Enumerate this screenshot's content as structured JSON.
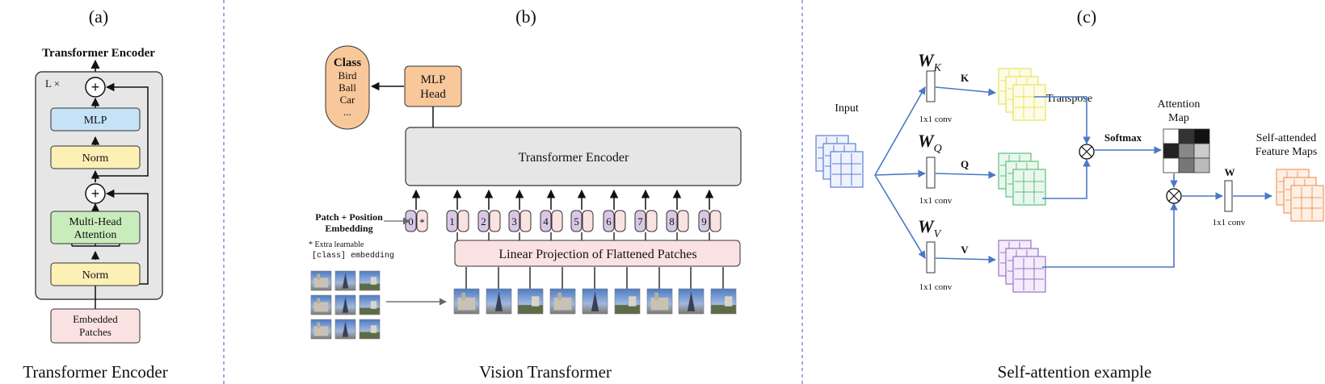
{
  "panel_a": {
    "label": "(a)",
    "heading": "Transformer Encoder",
    "repeat": "L ×",
    "mlp": "MLP",
    "norm_top": "Norm",
    "mha_line1": "Multi-Head",
    "mha_line2": "Attention",
    "norm_bottom": "Norm",
    "embedded_line1": "Embedded",
    "embedded_line2": "Patches",
    "plus": "+",
    "caption": "Transformer Encoder",
    "colors": {
      "frame": "#e6e6e6",
      "mlp": "#c5e2f7",
      "norm": "#fdf0b5",
      "mha": "#c9ecbd",
      "embedded": "#fbe2e2"
    }
  },
  "panel_b": {
    "label": "(b)",
    "class_title": "Class",
    "class_items": [
      "Bird",
      "Ball",
      "Car",
      "..."
    ],
    "mlp_line1": "MLP",
    "mlp_line2": "Head",
    "encoder": "Transformer Encoder",
    "pe_line1": "Patch + Position",
    "pe_line2": "Embedding",
    "note_line1": "* Extra learnable",
    "note_line2": "[class] embedding",
    "tokens": [
      "0",
      "1",
      "2",
      "3",
      "4",
      "5",
      "6",
      "7",
      "8",
      "9"
    ],
    "star": "*",
    "projection": "Linear Projection of Flattened Patches",
    "caption": "Vision Transformer",
    "colors": {
      "class": "#f8c79a",
      "mlp": "#f8c79a",
      "encoder": "#e6e6e6",
      "token": "#d9c8e4",
      "token_pe": "#fbe2e2",
      "projection": "#fbe2e2"
    }
  },
  "panel_c": {
    "label": "(c)",
    "input": "Input",
    "wk": "W",
    "wk_sub": "K",
    "wq": "W",
    "wq_sub": "Q",
    "wv": "W",
    "wv_sub": "V",
    "conv_k": "1x1 conv",
    "conv_q": "1x1 conv",
    "conv_v": "1x1 conv",
    "conv_w": "1x1 conv",
    "k": "K",
    "q": "Q",
    "v": "V",
    "w": "W",
    "transpose": "Transpose",
    "softmax": "Softmax",
    "attn_line1": "Attention",
    "attn_line2": "Map",
    "out_line1": "Self-attended",
    "out_line2": "Feature Maps",
    "caption": "Self-attention example",
    "colors": {
      "arrow": "#4a78c4",
      "input": "#5b7fd6",
      "k": "#e6e35a",
      "q": "#5cc27a",
      "v": "#9a72c6",
      "out": "#ee9a5c",
      "divider": "#6a6ad8"
    }
  }
}
